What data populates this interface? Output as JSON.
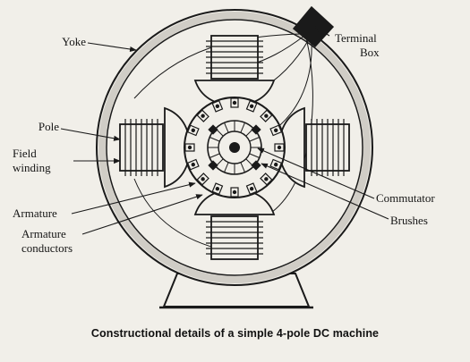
{
  "labels": {
    "yoke": "Yoke",
    "pole": "Pole",
    "field_winding_1": "Field",
    "field_winding_2": "winding",
    "armature": "Armature",
    "armature_conductors_1": "Armature",
    "armature_conductors_2": "conductors",
    "terminal_box_1": "Terminal",
    "terminal_box_2": "Box",
    "commutator": "Commutator",
    "brushes": "Brushes"
  },
  "caption": "Constructional details of a simple 4-pole DC machine",
  "colors": {
    "background": "#f1efe9",
    "ink": "#1a1a1a",
    "yoke_ring": "#d0cdc6"
  }
}
